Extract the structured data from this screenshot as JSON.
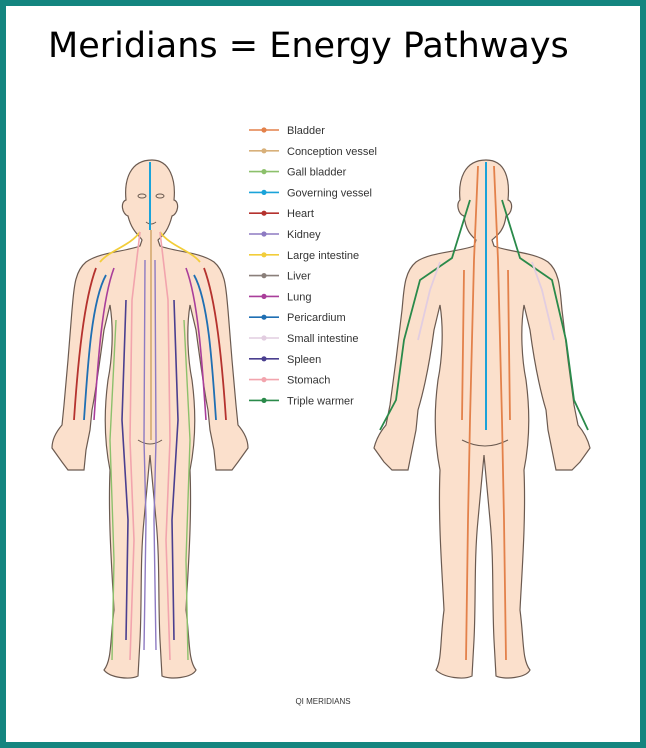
{
  "title": "Meridians = Energy Pathways",
  "caption": "QI MERIDIANS",
  "legend": [
    {
      "label": "Bladder",
      "color": "#e3814a"
    },
    {
      "label": "Conception vessel",
      "color": "#d8b07a"
    },
    {
      "label": "Gall bladder",
      "color": "#8cc06b"
    },
    {
      "label": "Governing vessel",
      "color": "#1aa3d9"
    },
    {
      "label": "Heart",
      "color": "#b5322e"
    },
    {
      "label": "Kidney",
      "color": "#8d7ac2"
    },
    {
      "label": "Large intestine",
      "color": "#f2cd3a"
    },
    {
      "label": "Liver",
      "color": "#8a7f7a"
    },
    {
      "label": "Lung",
      "color": "#a93e9a"
    },
    {
      "label": "Pericardium",
      "color": "#1f6fb3"
    },
    {
      "label": "Small intestine",
      "color": "#e2cde0"
    },
    {
      "label": "Spleen",
      "color": "#4a3f8f"
    },
    {
      "label": "Stomach",
      "color": "#f2a4ad"
    },
    {
      "label": "Triple warmer",
      "color": "#2a8a4a"
    }
  ],
  "colors": {
    "frame": "#14857f",
    "skin": "#fbe0cc",
    "outline": "#6b5a50"
  }
}
